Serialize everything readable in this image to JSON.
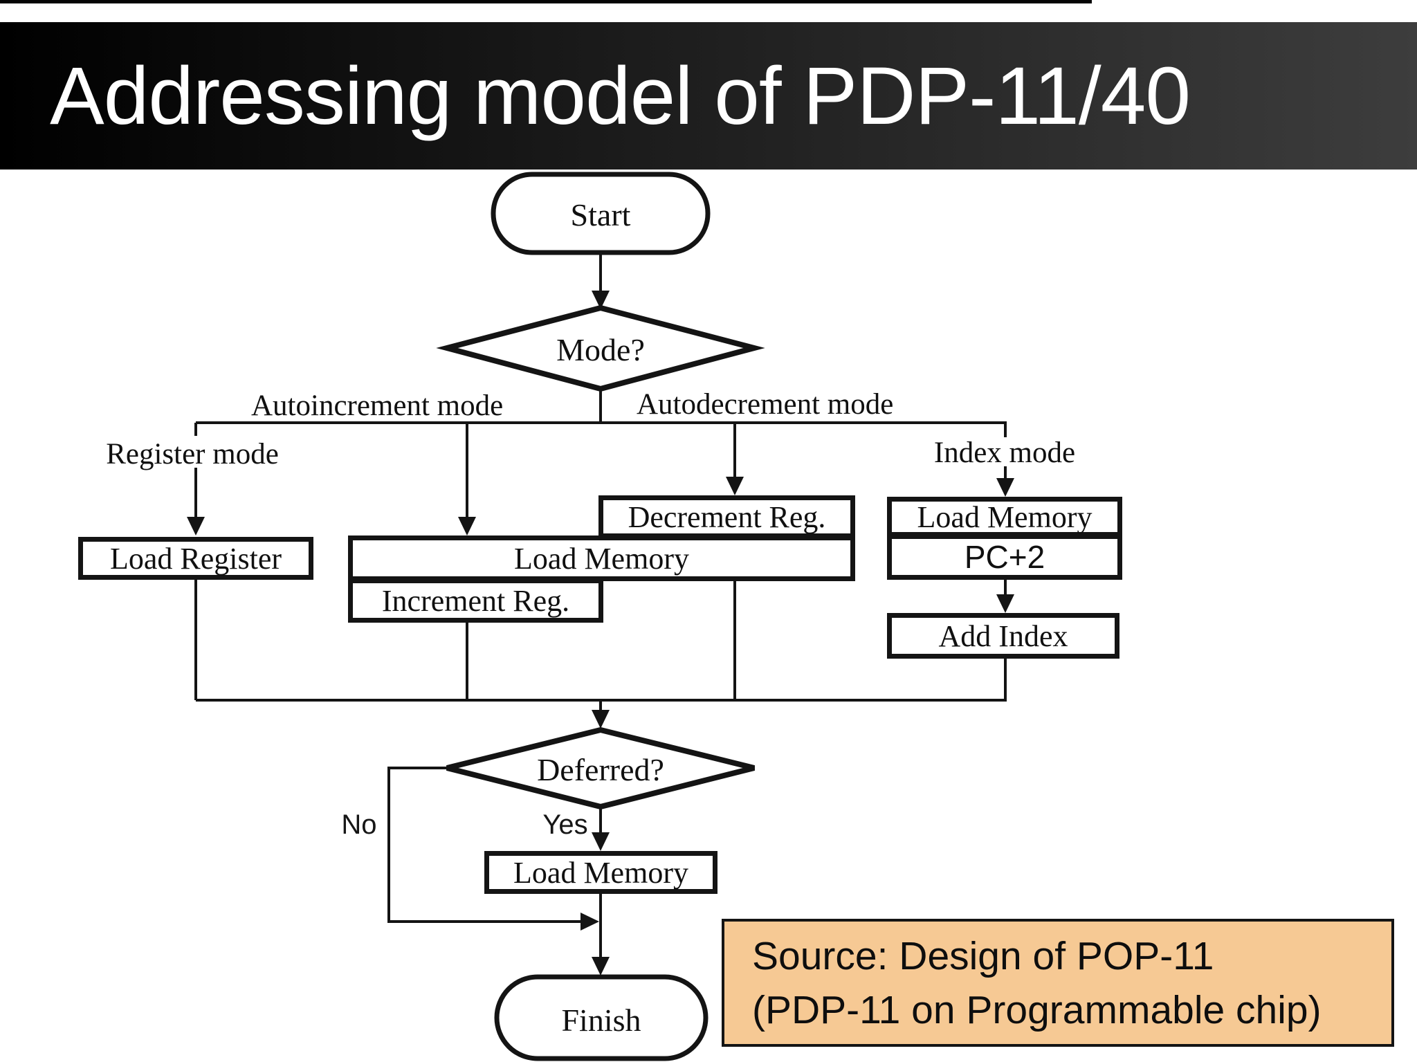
{
  "title": "Addressing model of PDP-11/40",
  "flowchart": {
    "start": "Start",
    "mode_question": "Mode?",
    "deferred_question": "Deferred?",
    "finish": "Finish",
    "labels": {
      "register_mode": "Register mode",
      "autoincrement_mode": "Autoincrement mode",
      "autodecrement_mode": "Autodecrement mode",
      "index_mode": "Index mode",
      "no": "No",
      "yes": "Yes"
    },
    "boxes": {
      "load_register": "Load Register",
      "decrement_reg": "Decrement Reg.",
      "load_memory_main": "Load Memory",
      "increment_reg": "Increment Reg.",
      "load_memory_index": "Load Memory",
      "pc_plus_two": "PC+2",
      "add_index": "Add Index",
      "load_memory_deferred": "Load Memory"
    }
  },
  "source_box": {
    "line1": "Source: Design of POP-11",
    "line2": "(PDP-11 on Programmable chip)",
    "bg_color": "#f6c994"
  },
  "colors": {
    "banner_left": "#000000",
    "banner_right": "#3d3d3d",
    "ink": "#141414"
  }
}
